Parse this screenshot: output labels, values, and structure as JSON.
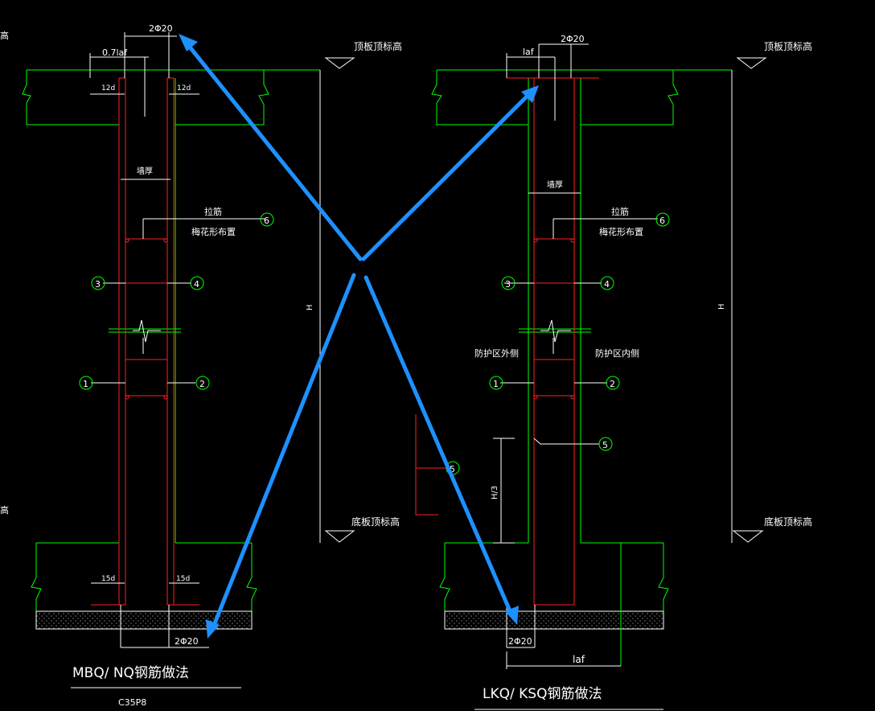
{
  "left_panel": {
    "title": "MBQ/ NQ钢筋做法",
    "subtitle": "C35P8",
    "top_bar_label": "2Φ20",
    "bottom_bar_label": "2Φ20",
    "lap_top": "0.7laf",
    "hook_top_left": "12d",
    "hook_top_right": "12d",
    "hook_bottom_left": "15d",
    "hook_bottom_right": "15d",
    "wall_thickness": "墙厚",
    "tie_bar": "拉筋",
    "tie_layout": "梅花形布置",
    "top_elev": "顶板顶标高",
    "bottom_elev": "底板顶标高",
    "height": "H",
    "left_edge_top": "高",
    "left_edge_bottom": "高",
    "markers": [
      "6",
      "3",
      "4",
      "1",
      "2",
      "5"
    ]
  },
  "right_panel": {
    "title": "LKQ/ KSQ钢筋做法",
    "top_bar_label": "2Φ20",
    "bottom_bar_label": "2Φ20",
    "lap_top": "laf",
    "lap_bottom": "laf",
    "wall_thickness": "墙厚",
    "tie_bar": "拉筋",
    "tie_layout": "梅花形布置",
    "outer_side": "防护区外侧",
    "inner_side": "防护区内侧",
    "top_elev": "顶板顶标高",
    "bottom_elev": "底板顶标高",
    "height": "H",
    "third_height": "H/3",
    "markers": [
      "6",
      "3",
      "4",
      "1",
      "2",
      "5"
    ]
  },
  "colors": {
    "background": "#000000",
    "concrete_outline": "#00ff00",
    "rebar": "#ff2020",
    "dimension": "#ffffff",
    "annotation_arrow": "#1e90ff"
  }
}
